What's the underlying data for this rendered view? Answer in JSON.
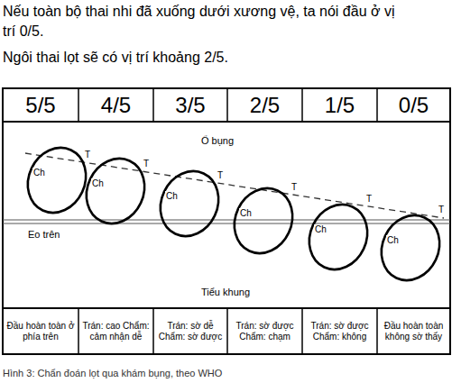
{
  "diagram": {
    "caption": "Hình 3: Chẩn đoán lọt qua khám bụng, theo WHO",
    "labels": [
      "Nếu toàn bộ thai nhi đã xuống dưới xương vệ, ta nói đầu ở vị trí 0/5.",
      "Ngôi thai lọt sẽ có vị trí khoảng 2/5.",
      "5/5",
      "4/5",
      "3/5",
      "2/5",
      "1/5",
      "0/5",
      "Ch",
      "T",
      "Ch",
      "T",
      "Ch",
      "T",
      "Ch",
      "T",
      "Ch",
      "T",
      "Ch",
      "T",
      "Ổ bụng",
      "Eo trên",
      "Tiểu khung",
      "Đầu hoàn toàn ở phía trên",
      "Trán: cao Chẩm: cảm nhận dễ",
      "Trán: sờ dễ Chẩm: sờ được",
      "Trán: sờ được Chẩm: chạm",
      "Trán: sờ được Chẩm: không",
      "Đầu hoàn toàn không sờ thấy"
    ]
  }
}
